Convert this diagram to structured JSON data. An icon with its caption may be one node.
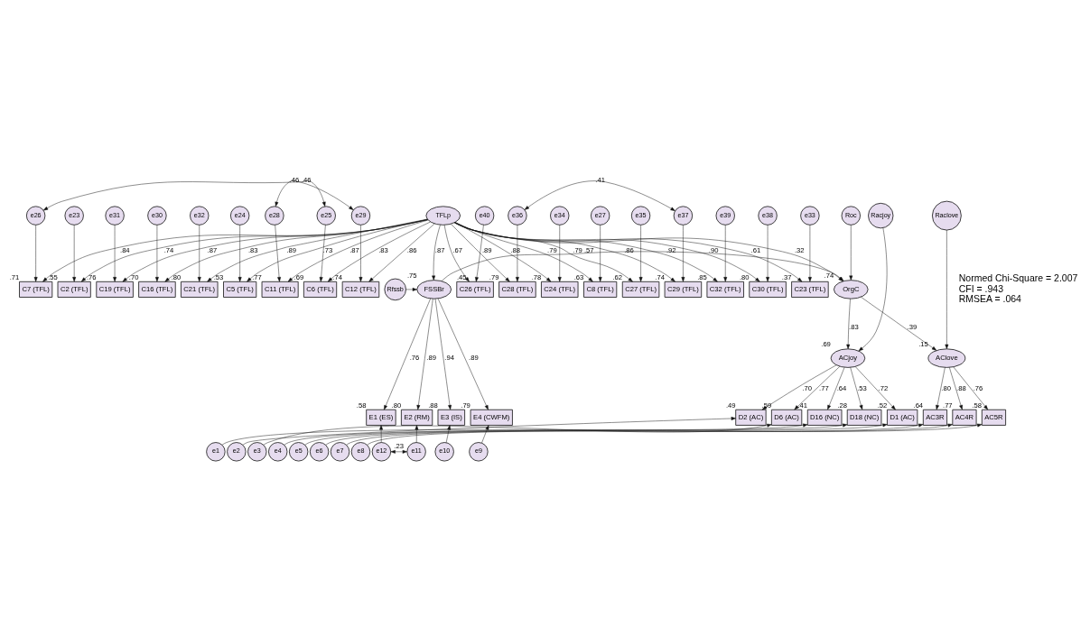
{
  "diagram": {
    "nodes": [
      {
        "text": [
          "e23"
        ]
      },
      {
        "text": [
          "e24"
        ]
      },
      {
        "text": [
          "e25"
        ]
      },
      {
        "text": [
          "e26"
        ]
      },
      {
        "text": [
          "e27"
        ]
      },
      {
        "text": [
          "e28"
        ]
      },
      {
        "text": [
          "e29"
        ]
      },
      {
        "text": [
          "e30"
        ]
      },
      {
        "text": [
          "e31"
        ]
      },
      {
        "text": [
          "e32"
        ]
      },
      {
        "text": [
          "e33"
        ]
      },
      {
        "text": [
          "e34"
        ]
      },
      {
        "text": [
          "e35"
        ]
      },
      {
        "text": [
          "e36"
        ]
      },
      {
        "text": [
          "e37"
        ]
      },
      {
        "text": [
          "e38"
        ]
      },
      {
        "text": [
          "e39"
        ]
      },
      {
        "text": [
          "e40"
        ]
      },
      {
        "text": [
          "C2 (TFL)"
        ],
        "beside": [
          ".55"
        ]
      },
      {
        "text": [
          "C5 (TFL)"
        ],
        "beside": [
          ".53"
        ]
      },
      {
        "text": [
          "C6 (TFL)"
        ],
        "beside": [
          ".69"
        ]
      },
      {
        "text": [
          "C7 (TFL)"
        ],
        "beside": [
          ".71"
        ]
      },
      {
        "text": [
          "C8 (TFL)"
        ],
        "beside": [
          ".63"
        ]
      },
      {
        "text": [
          "C11 (TFL)"
        ],
        "beside": [
          ".77"
        ]
      },
      {
        "text": [
          "C12 (TFL)"
        ],
        "beside": [
          ".74"
        ]
      },
      {
        "text": [
          "C16 (TFL)"
        ],
        "beside": [
          ".70"
        ]
      },
      {
        "text": [
          "C19 (TFL)"
        ],
        "beside": [
          ".76"
        ]
      },
      {
        "text": [
          "C21 (TFL)"
        ],
        "beside": [
          ".80"
        ]
      },
      {
        "text": [
          "C23 (TFL)"
        ],
        "beside": [
          ".37"
        ]
      },
      {
        "text": [
          "C24 (TFL)"
        ],
        "beside": [
          ".78"
        ]
      },
      {
        "text": [
          "C27 (TFL)"
        ],
        "beside": [
          ".62"
        ]
      },
      {
        "text": [
          "C28 (TFL)"
        ],
        "beside": [
          ".79"
        ]
      },
      {
        "text": [
          "C29 (TFL)"
        ],
        "beside": [
          ".74"
        ]
      },
      {
        "text": [
          "C30 (TFL)"
        ],
        "beside": [
          ".80"
        ]
      },
      {
        "text": [
          "C32 (TFL)"
        ],
        "beside": [
          ".85"
        ]
      },
      {
        "text": [
          "C26 (TFL)"
        ],
        "beside": [
          ".45"
        ]
      },
      {
        "text": [
          "TFLp"
        ]
      },
      {
        "text": [
          "Racjoy"
        ]
      },
      {
        "text": [
          "ACjoy"
        ],
        "beside": [
          ".69"
        ]
      },
      {
        "text": [
          "D1 (AC)"
        ],
        "beside": [
          ".52"
        ]
      },
      {
        "text": [
          "D2 (AC)"
        ],
        "beside": [
          ".49"
        ]
      },
      {
        "text": [
          "D6 (AC)"
        ],
        "beside": [
          ".59"
        ]
      },
      {
        "text": [
          "D16 (NC)"
        ],
        "beside": [
          ".41"
        ]
      },
      {
        "text": [
          "D18 (NC)"
        ],
        "beside": [
          ".28"
        ]
      },
      {
        "text": [
          "e1"
        ]
      },
      {
        "text": [
          "e2"
        ]
      },
      {
        "text": [
          "e3"
        ]
      },
      {
        "text": [
          "e4"
        ]
      },
      {
        "text": [
          "e5"
        ]
      },
      {
        "text": [
          "Roc"
        ]
      },
      {
        "text": [
          "OrgC"
        ],
        "beside": [
          ".74"
        ]
      },
      {
        "text": [
          "Raclove"
        ]
      },
      {
        "text": [
          "AClove"
        ],
        "beside": [
          ".15"
        ]
      },
      {
        "text": [
          "AC3R"
        ],
        "beside": [
          ".64"
        ]
      },
      {
        "text": [
          "AC4R"
        ],
        "beside": [
          ".77"
        ]
      },
      {
        "text": [
          "AC5R"
        ],
        "beside": [
          ".58"
        ]
      },
      {
        "text": [
          "e6"
        ]
      },
      {
        "text": [
          "e7"
        ]
      },
      {
        "text": [
          "e8"
        ]
      },
      {
        "text": [
          "FSSBr"
        ],
        "beside": [
          ".75"
        ]
      },
      {
        "text": [
          "Rfssb"
        ]
      },
      {
        "text": [
          "E1 (ES)"
        ],
        "beside": [
          ".58"
        ]
      },
      {
        "text": [
          "E2 (RM)"
        ],
        "beside": [
          ".80"
        ]
      },
      {
        "text": [
          "E3 (IS)"
        ],
        "beside": [
          ".88"
        ]
      },
      {
        "text": [
          "E4 (CWFM)"
        ],
        "beside": [
          ".79"
        ]
      },
      {
        "text": [
          "e12"
        ]
      },
      {
        "text": [
          "e11"
        ]
      },
      {
        "text": [
          "e10"
        ]
      },
      {
        "text": [
          "e9"
        ]
      }
    ],
    "edges": [
      {
        "from": 0,
        "to": 18,
        "arrow": "to"
      },
      {
        "from": 1,
        "to": 19,
        "arrow": "to"
      },
      {
        "from": 2,
        "to": 20,
        "arrow": "to"
      },
      {
        "from": 3,
        "to": 21,
        "arrow": "to"
      },
      {
        "from": 4,
        "to": 22,
        "arrow": "to"
      },
      {
        "from": 5,
        "to": 23,
        "arrow": "to"
      },
      {
        "from": 6,
        "to": 24,
        "arrow": "to"
      },
      {
        "from": 7,
        "to": 25,
        "arrow": "to"
      },
      {
        "from": 8,
        "to": 26,
        "arrow": "to"
      },
      {
        "from": 9,
        "to": 27,
        "arrow": "to"
      },
      {
        "from": 10,
        "to": 28,
        "arrow": "to"
      },
      {
        "from": 11,
        "to": 29,
        "arrow": "to"
      },
      {
        "from": 12,
        "to": 30,
        "arrow": "to"
      },
      {
        "from": 13,
        "to": 31,
        "arrow": "to"
      },
      {
        "from": 14,
        "to": 32,
        "arrow": "to"
      },
      {
        "from": 15,
        "to": 33,
        "arrow": "to"
      },
      {
        "from": 16,
        "to": 34,
        "arrow": "to"
      },
      {
        "from": 17,
        "to": 35,
        "arrow": "to"
      },
      {
        "from": 2,
        "to": 3,
        "arrow": "both",
        "label": ".46"
      },
      {
        "from": 5,
        "to": 6,
        "arrow": "both",
        "label": ".46"
      },
      {
        "from": 13,
        "to": 14,
        "arrow": "both",
        "label": ".41"
      },
      {
        "from": 36,
        "to": 18,
        "arrow": "to",
        "label": ".74"
      },
      {
        "from": 36,
        "to": 19,
        "arrow": "to",
        "label": ".73"
      },
      {
        "from": 36,
        "to": 20,
        "arrow": "to",
        "label": ".83"
      },
      {
        "from": 36,
        "to": 21,
        "arrow": "to",
        "label": ".84"
      },
      {
        "from": 36,
        "to": 22,
        "arrow": "to",
        "label": ".79"
      },
      {
        "from": 36,
        "to": 23,
        "arrow": "to",
        "label": ".87"
      },
      {
        "from": 36,
        "to": 24,
        "arrow": "to",
        "label": ".86"
      },
      {
        "from": 36,
        "to": 25,
        "arrow": "to",
        "label": ".83"
      },
      {
        "from": 36,
        "to": 26,
        "arrow": "to",
        "label": ".87"
      },
      {
        "from": 36,
        "to": 27,
        "arrow": "to",
        "label": ".89"
      },
      {
        "from": 36,
        "to": 28,
        "arrow": "to",
        "label": ".61"
      },
      {
        "from": 36,
        "to": 29,
        "arrow": "to",
        "label": ".88"
      },
      {
        "from": 36,
        "to": 30,
        "arrow": "to",
        "label": ".79"
      },
      {
        "from": 36,
        "to": 31,
        "arrow": "to",
        "label": ".89"
      },
      {
        "from": 36,
        "to": 32,
        "arrow": "to",
        "label": ".86"
      },
      {
        "from": 36,
        "to": 33,
        "arrow": "to",
        "label": ".90"
      },
      {
        "from": 36,
        "to": 34,
        "arrow": "to",
        "label": ".92"
      },
      {
        "from": 36,
        "to": 35,
        "arrow": "to",
        "label": ".67"
      },
      {
        "from": 36,
        "to": 59,
        "arrow": "to",
        "label": ".87"
      },
      {
        "from": 36,
        "to": 50,
        "arrow": "to",
        "label": ".32"
      },
      {
        "from": 49,
        "to": 50,
        "arrow": "to"
      },
      {
        "from": 59,
        "to": 50,
        "arrow": "to",
        "label": ".57"
      },
      {
        "from": 60,
        "to": 59,
        "arrow": "to"
      },
      {
        "from": 50,
        "to": 38,
        "arrow": "to",
        "label": ".83"
      },
      {
        "from": 50,
        "to": 52,
        "arrow": "to",
        "label": ".39"
      },
      {
        "from": 37,
        "to": 38,
        "arrow": "to"
      },
      {
        "from": 51,
        "to": 52,
        "arrow": "to"
      },
      {
        "from": 38,
        "to": 39,
        "arrow": "to",
        "label": ".72"
      },
      {
        "from": 38,
        "to": 40,
        "arrow": "to",
        "label": ".70"
      },
      {
        "from": 38,
        "to": 41,
        "arrow": "to",
        "label": ".77"
      },
      {
        "from": 38,
        "to": 42,
        "arrow": "to",
        "label": ".64"
      },
      {
        "from": 38,
        "to": 43,
        "arrow": "to",
        "label": ".53"
      },
      {
        "from": 44,
        "to": 39,
        "arrow": "to"
      },
      {
        "from": 45,
        "to": 40,
        "arrow": "to"
      },
      {
        "from": 46,
        "to": 41,
        "arrow": "to"
      },
      {
        "from": 47,
        "to": 42,
        "arrow": "to"
      },
      {
        "from": 48,
        "to": 43,
        "arrow": "to"
      },
      {
        "from": 52,
        "to": 53,
        "arrow": "to",
        "label": ".80"
      },
      {
        "from": 52,
        "to": 54,
        "arrow": "to",
        "label": ".88"
      },
      {
        "from": 52,
        "to": 55,
        "arrow": "to",
        "label": ".76"
      },
      {
        "from": 56,
        "to": 53,
        "arrow": "to"
      },
      {
        "from": 57,
        "to": 54,
        "arrow": "to"
      },
      {
        "from": 58,
        "to": 55,
        "arrow": "to"
      },
      {
        "from": 59,
        "to": 61,
        "arrow": "to",
        "label": ".76"
      },
      {
        "from": 59,
        "to": 62,
        "arrow": "to",
        "label": ".89"
      },
      {
        "from": 59,
        "to": 63,
        "arrow": "to",
        "label": ".94"
      },
      {
        "from": 59,
        "to": 64,
        "arrow": "to",
        "label": ".89"
      },
      {
        "from": 65,
        "to": 61,
        "arrow": "to"
      },
      {
        "from": 66,
        "to": 62,
        "arrow": "to"
      },
      {
        "from": 67,
        "to": 63,
        "arrow": "to"
      },
      {
        "from": 68,
        "to": 64,
        "arrow": "to"
      },
      {
        "from": 65,
        "to": 66,
        "arrow": "both",
        "label": ".23"
      }
    ],
    "labels": [
      "Normed Chi-Square = 2.007",
      "CFI = .943",
      "RMSEA = .064"
    ]
  }
}
